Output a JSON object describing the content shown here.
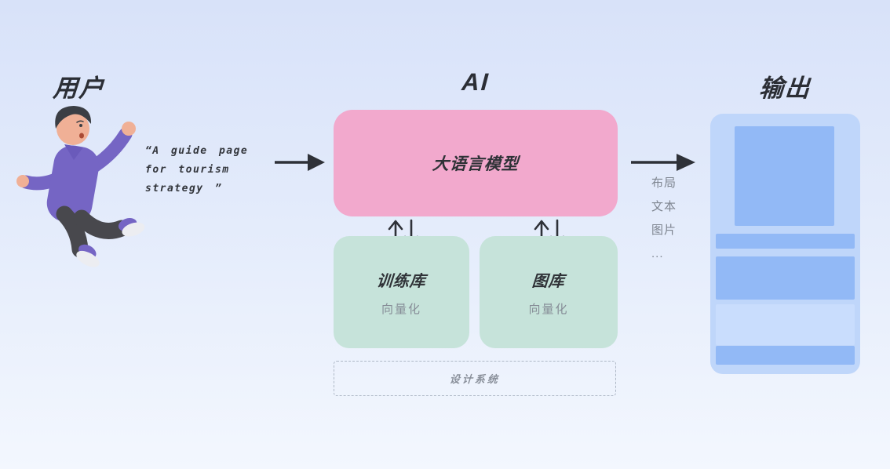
{
  "headers": {
    "user": "用户",
    "ai": "AI",
    "output": "输出"
  },
  "user_section": {
    "illustration": "3d-person-falling-purple-sweater",
    "quote_lines": [
      "“A guide page",
      "for tourism",
      "strategy  ”"
    ]
  },
  "ai_section": {
    "llm_box": {
      "label": "大语言模型"
    },
    "training_box": {
      "title": "训练库",
      "subtitle": "向量化"
    },
    "gallery_box": {
      "title": "图库",
      "subtitle": "向量化"
    },
    "design_system_box": {
      "label": "设计系统"
    }
  },
  "output_section": {
    "annotations": [
      "布局",
      "文本",
      "图片",
      "..."
    ]
  },
  "colors": {
    "background_top": "#D8E2F9",
    "background_bottom": "#F3F7FE",
    "title_text": "#2B2E35",
    "body_text": "#33363C",
    "muted_text": "#868D97",
    "arrow": "#2E3138",
    "llm_box_bg": "#F2A9CD",
    "library_box_bg": "#C6E3DA",
    "dashed_border": "#AEB8C6",
    "output_card_bg": "#BFD6FA",
    "output_block": "#92B9F6",
    "output_block_light": "#C9DDFD",
    "sweater_purple": "#7565C4",
    "pants_gray": "#48484D",
    "skin": "#F0B096"
  }
}
